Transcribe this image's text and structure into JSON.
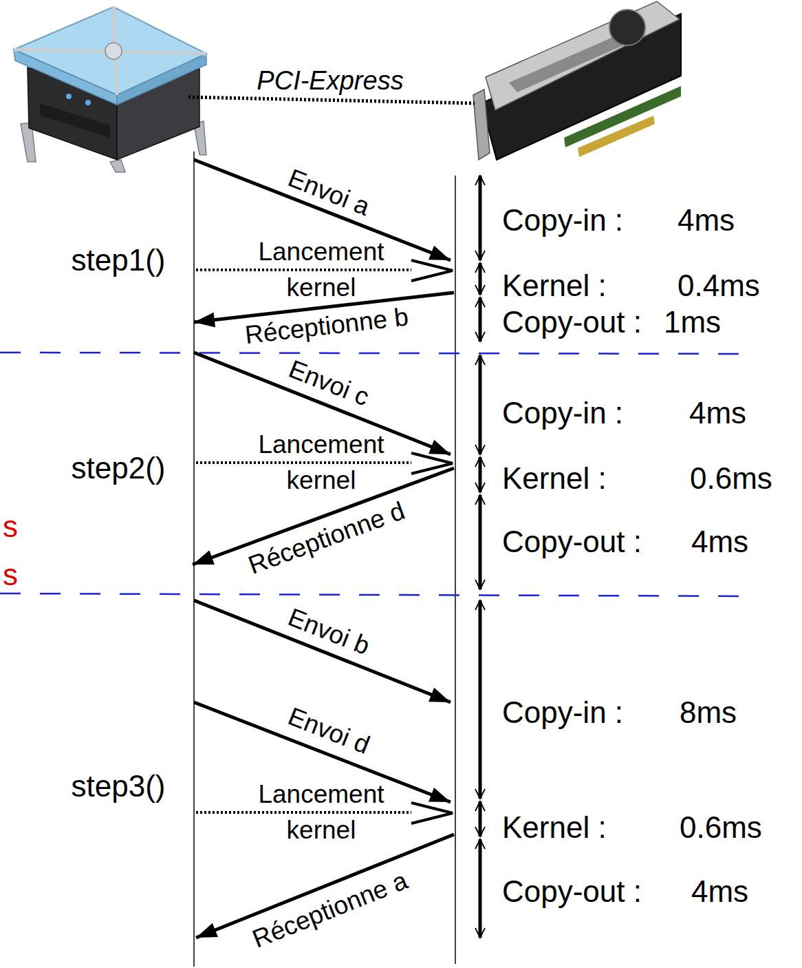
{
  "diagram": {
    "labels": [
      "PCI-Express",
      "Envoi a",
      "Copy-in :",
      "4ms",
      "step1()",
      "Lancement kernel",
      "Kernel :",
      "0.4ms",
      "Réceptionne b",
      "Copy-out :",
      "1ms",
      "Envoi c",
      "Copy-in :",
      "4ms",
      "Lancement kernel",
      "step2()",
      "Kernel :",
      "0.6ms",
      "Réceptionne d",
      "s",
      "Copy-out :",
      "4ms",
      "s",
      "Envoi b",
      "Copy-in :",
      "8ms",
      "Envoi d",
      "step3()",
      "Lancement kernel",
      "Kernel :",
      "0.6ms",
      "Copy-out :",
      "4ms",
      "Réceptionne a"
    ]
  }
}
